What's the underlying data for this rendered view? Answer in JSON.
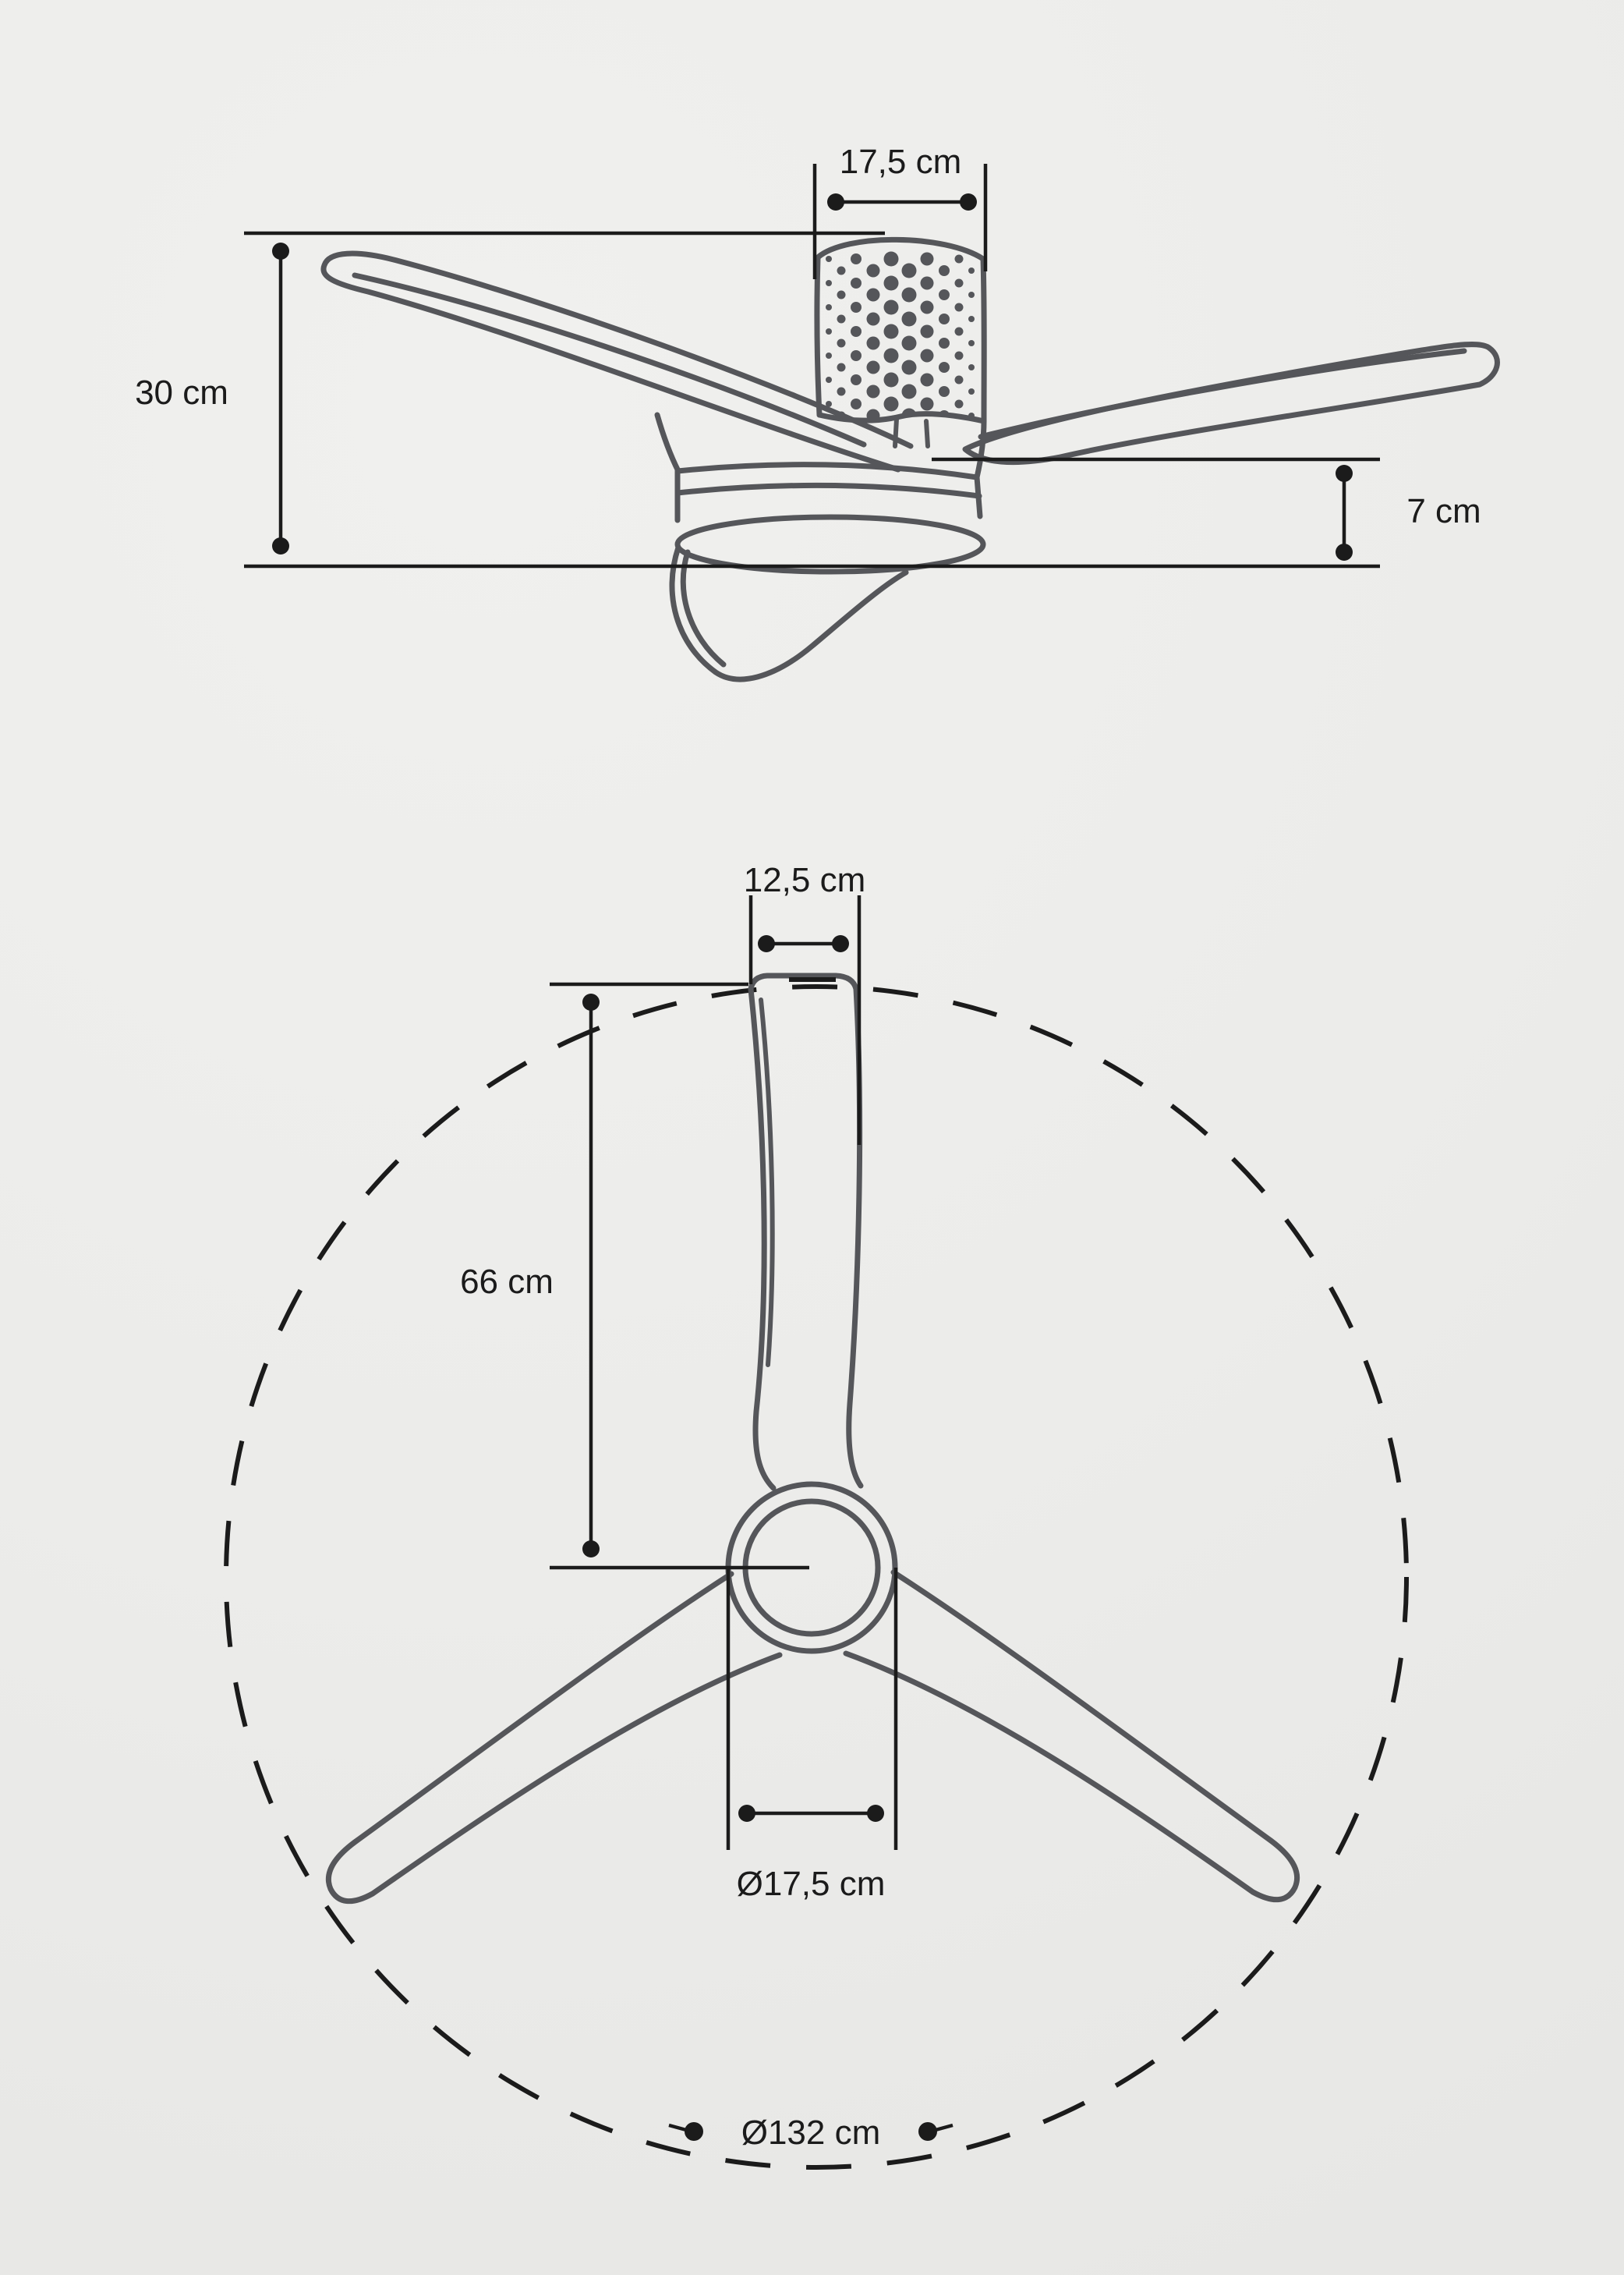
{
  "title": "Ceiling fan dimension drawing",
  "side_view": {
    "motor_width": "17,5 cm",
    "total_height": "30 cm",
    "housing_height": "7 cm"
  },
  "bottom_view": {
    "blade_width": "12,5 cm",
    "blade_length": "66 cm",
    "hub_diameter": "Ø17,5 cm",
    "sweep_diameter": "Ø132 cm"
  },
  "units": "cm",
  "colors": {
    "background": "#ECECEA",
    "line_gray": "#55565A",
    "dimension_black": "#1B1B1B",
    "text_black": "#1B1B1B"
  }
}
